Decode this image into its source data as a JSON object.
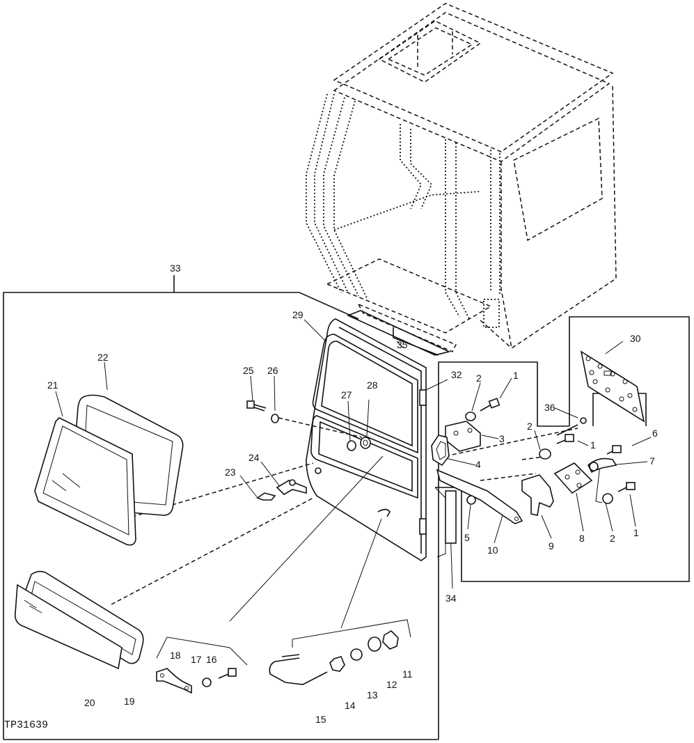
{
  "figure_id": "TP31639",
  "callouts": [
    {
      "id": "c33",
      "text": "33"
    },
    {
      "id": "c29",
      "text": "29"
    },
    {
      "id": "c35",
      "text": "35"
    },
    {
      "id": "c30",
      "text": "30"
    },
    {
      "id": "c22",
      "text": "22"
    },
    {
      "id": "c21",
      "text": "21"
    },
    {
      "id": "c25",
      "text": "25"
    },
    {
      "id": "c26",
      "text": "26"
    },
    {
      "id": "c27",
      "text": "27"
    },
    {
      "id": "c28",
      "text": "28"
    },
    {
      "id": "c32",
      "text": "32"
    },
    {
      "id": "c2a",
      "text": "2"
    },
    {
      "id": "c1a",
      "text": "1"
    },
    {
      "id": "c36",
      "text": "36"
    },
    {
      "id": "c3",
      "text": "3"
    },
    {
      "id": "c2b",
      "text": "2"
    },
    {
      "id": "c1b",
      "text": "1"
    },
    {
      "id": "c6",
      "text": "6"
    },
    {
      "id": "c7",
      "text": "7"
    },
    {
      "id": "c4",
      "text": "4"
    },
    {
      "id": "c24",
      "text": "24"
    },
    {
      "id": "c23",
      "text": "23"
    },
    {
      "id": "c5",
      "text": "5"
    },
    {
      "id": "c10",
      "text": "10"
    },
    {
      "id": "c9",
      "text": "9"
    },
    {
      "id": "c8",
      "text": "8"
    },
    {
      "id": "c2c",
      "text": "2"
    },
    {
      "id": "c1c",
      "text": "1"
    },
    {
      "id": "c34",
      "text": "34"
    },
    {
      "id": "c18",
      "text": "18"
    },
    {
      "id": "c17",
      "text": "17"
    },
    {
      "id": "c16",
      "text": "16"
    },
    {
      "id": "c11",
      "text": "11"
    },
    {
      "id": "c12",
      "text": "12"
    },
    {
      "id": "c13",
      "text": "13"
    },
    {
      "id": "c14",
      "text": "14"
    },
    {
      "id": "c15",
      "text": "15"
    },
    {
      "id": "c20",
      "text": "20"
    },
    {
      "id": "c19",
      "text": "19"
    }
  ]
}
